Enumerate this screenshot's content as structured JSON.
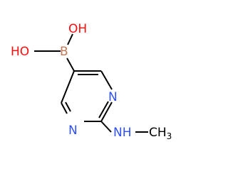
{
  "molecule": {
    "atoms": {
      "oh_top": "OH",
      "oh_left": "HO",
      "boron": "B",
      "n_ring_right": "N",
      "n_ring_bottom": "N",
      "nh": "NH",
      "methyl": "CH",
      "methyl_subscript": "3"
    }
  },
  "colors": {
    "oxygen": "#ff0d0d",
    "boron": "#c07a5a",
    "nitrogen": "#3050f8",
    "carbon": "#000000",
    "bond": "#000000"
  }
}
